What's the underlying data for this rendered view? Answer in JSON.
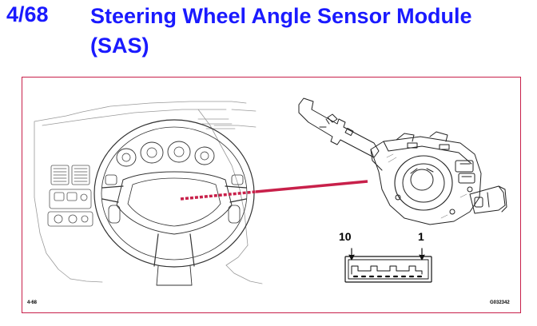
{
  "header": {
    "page_number": "4/68",
    "title": "Steering Wheel Angle Sensor Module (SAS)"
  },
  "figure": {
    "connector": {
      "pin_left_label": "10",
      "pin_right_label": "1"
    },
    "figure_number": "4-68",
    "reference_code": "G032342"
  },
  "colors": {
    "title": "#1a1aff",
    "frame_border": "#c8204a",
    "indicator_line": "#c8204a"
  }
}
